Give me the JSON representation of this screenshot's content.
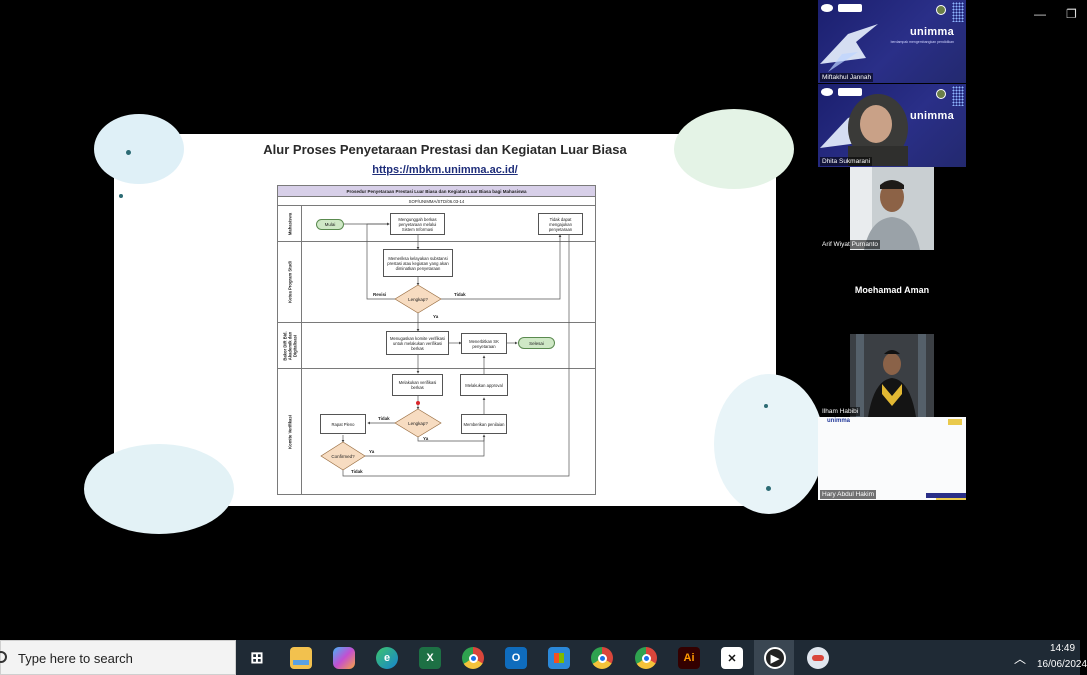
{
  "window": {
    "minimize_glyph": "—",
    "restore_glyph": "❐"
  },
  "slide": {
    "title": "Alur Proses Penyetaraan Prestasi dan Kegiatan Luar Biasa",
    "url": "https://mbkm.unimma.ac.id/"
  },
  "flowchart": {
    "header": "Prosedur Penyetaraan Prestasi Luar Biasa dan Kegiatan Luar Biasa bagi Mahasiswa",
    "code": "SOP/UNIMMA/STD/06.03-14",
    "lanes": [
      "Mahasiswa",
      "Ketua Program Studi",
      "Bakor DIR Bid. Akademik dan Digitalisasi",
      "Komite Verifikasi"
    ],
    "nodes": {
      "start": "Mulai",
      "upload": "Mengunggah berkas penyetaraan melalui Sistem Informasi",
      "cannot": "Tidak dapat mengajukan penyetaraan",
      "check": "Memeriksa kelayakan substansi prestasi atau kegiatan yang akan diminatkan penyetaraan",
      "complete1": "Lengkap?",
      "assign": "Menugaskan komite verifikasi untuk melakukan verifikasi berkas",
      "issue_sk": "Menerbitkan SK penyetaraan",
      "finish": "Selesai",
      "verify": "Melakukan verifikasi berkas",
      "approval": "Melakukan approval",
      "complete2": "Lengkap?",
      "plenary": "Rapat Pleno",
      "score": "Memberikan penilaian",
      "confirmed": "Confirmed?"
    },
    "labels": {
      "revisi": "Revisi",
      "tidak": "Tidak",
      "ya": "Ya"
    }
  },
  "participants": [
    {
      "name": "Miftakhul Jannah",
      "type": "unimma"
    },
    {
      "name": "Dhita Sukmarani",
      "type": "unimma"
    },
    {
      "name": "Arif Wiyat Purnanto",
      "type": "video"
    },
    {
      "name": "Moehamad Aman",
      "type": "name-only"
    },
    {
      "name": "Ilham Habibi",
      "type": "video"
    },
    {
      "name": "Hary Abdul Hakim",
      "type": "screen"
    }
  ],
  "unimma_brand": {
    "logo": "unimma",
    "tagline": "berdampak mengembangkan pendidikan",
    "screen_logo": "unimma"
  },
  "taskbar": {
    "search_placeholder": "Type here to search",
    "apps": [
      {
        "name": "task-view",
        "glyph": "⊞",
        "color": "#1f2a35"
      },
      {
        "name": "file-explorer",
        "glyph": "",
        "color": "#f2c14e"
      },
      {
        "name": "copilot",
        "glyph": "",
        "color": "#c34fd1"
      },
      {
        "name": "edge",
        "glyph": "e",
        "color": "#1784d0"
      },
      {
        "name": "excel",
        "glyph": "X",
        "color": "#1d7044"
      },
      {
        "name": "chrome",
        "glyph": "",
        "color": "#d9463b"
      },
      {
        "name": "outlook",
        "glyph": "O",
        "color": "#0f6cbd"
      },
      {
        "name": "store",
        "glyph": "",
        "color": "#2b88d8"
      },
      {
        "name": "chrome-profile-1",
        "glyph": "",
        "color": "#d9463b"
      },
      {
        "name": "chrome-profile-2",
        "glyph": "",
        "color": "#d9463b"
      },
      {
        "name": "illustrator",
        "glyph": "Ai",
        "color": "#330000"
      },
      {
        "name": "capcut",
        "glyph": "✕",
        "color": "#111"
      },
      {
        "name": "media-player",
        "glyph": "▶",
        "color": "#3a4652"
      },
      {
        "name": "cloud-app",
        "glyph": "",
        "color": "#e0e6ee"
      }
    ],
    "time": "14:49",
    "date": "16/06/2024"
  }
}
